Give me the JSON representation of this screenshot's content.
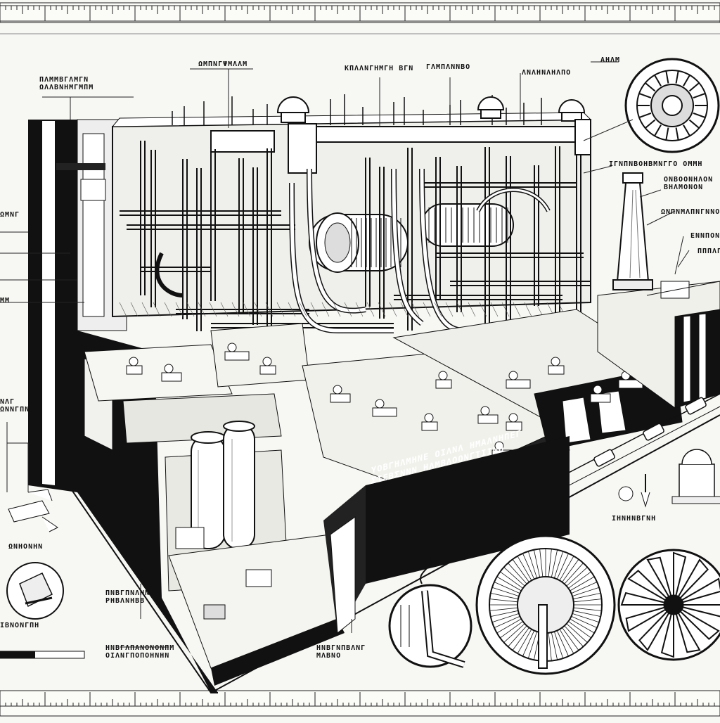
{
  "sheet": {
    "ruler_top": "top-ruler",
    "ruler_bottom": "bottom-ruler",
    "ink_color": "#111111",
    "paper_color": "#f7f7f4"
  },
  "labels": {
    "l1": "ΩΜΠΝΓΨΜΛΛΜ",
    "l2": "ΠΛΜΜΒΓΛΜΓΝ\nΩΛΛΒΝΗΜΓΜΠΜ",
    "l3": "ΚΠΛΛΝΓΗΜΓΗ ΒΓΝ",
    "l4": "ΓΛΜΠΛΝΝΒΟ",
    "l5": "ΛΝΛΗΝΛΗΛΠΟ",
    "l6": "ΑΗΛΜ",
    "l7": "ΙΓΝΠΝΒΟΗΒΜΝΓΓΟ ΟΜΜΗ",
    "l8": "ΟΝΒΟΟΝΗΛΟΝ\nΒΗΛΜΟΝΟΝ",
    "l9": "ΩΝΠΝΜΛΠΝΓΝΝΟ",
    "l10": "ΕΝΝΠΟΝ",
    "l11": "ΠΠΠΛΠ",
    "l12": "ΩΜΝΓ",
    "l13": "ΜΜ",
    "l14": "ΝΛΓ\nΩΝΝΓΠΝ",
    "l15": "ΩΝΗΟΝΗΝ",
    "l16": "ΙΒΝΟΝΓΠΗ",
    "l17": "ΠΝΒΓΠΝΛΝΝ\nΡΗΒΛΝΗΒΒ",
    "l18": "ΗΝΒΓΛΠΑΝΟΝΟΝΠΜ\nΟΙΛΝΓΠΟΠΟΗΝΗΝ",
    "l19": "ΗΝΒΓΝΠΒΛΝΓ\nΜΛΒΝΟ",
    "l20": "ΙΗΝΗΝΒΓΝΗ"
  },
  "banner": {
    "line1": "ΥΟΒΓΗΛΜΗΝΕ ΟΙΛΝΛ ΗΜΑΛΝΗΠΕΓ",
    "line2": "ΣΙΕΒΣΝΝΝ ΗΛΜΒΛΟΟΝΓΤΙΙΝΗ"
  }
}
